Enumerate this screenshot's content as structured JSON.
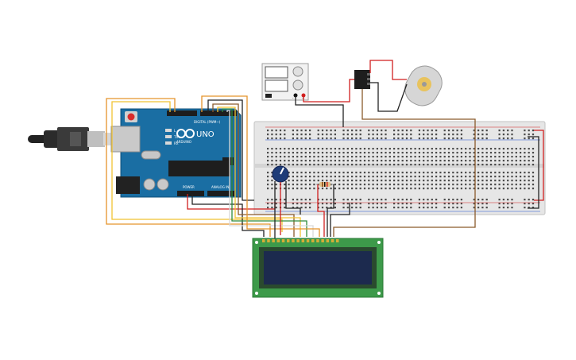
{
  "arduino": {
    "brand_text": "UNO",
    "sub_brand": "ARDUINO",
    "digital_label": "DIGITAL (PWM~)",
    "power_label": "POWER",
    "analog_label": "ANALOG IN",
    "led_tx": "TX",
    "led_rx": "RX",
    "led_l": "L"
  },
  "power_supply": {
    "brand": "",
    "terminal_neg": "-",
    "terminal_pos": "+"
  },
  "colors": {
    "arduino_blue": "#1a6ea3",
    "breadboard": "#e6e6e6",
    "lcd_green": "#3d9a4a",
    "lcd_screen": "#1c2a4e",
    "wire_red": "#d11f1f",
    "wire_black": "#222222",
    "wire_orange": "#e5932b",
    "wire_yellow": "#f1c232",
    "wire_brown": "#8a5a2b",
    "wire_green": "#2e8b3a",
    "wire_white": "#d9d9d9"
  }
}
